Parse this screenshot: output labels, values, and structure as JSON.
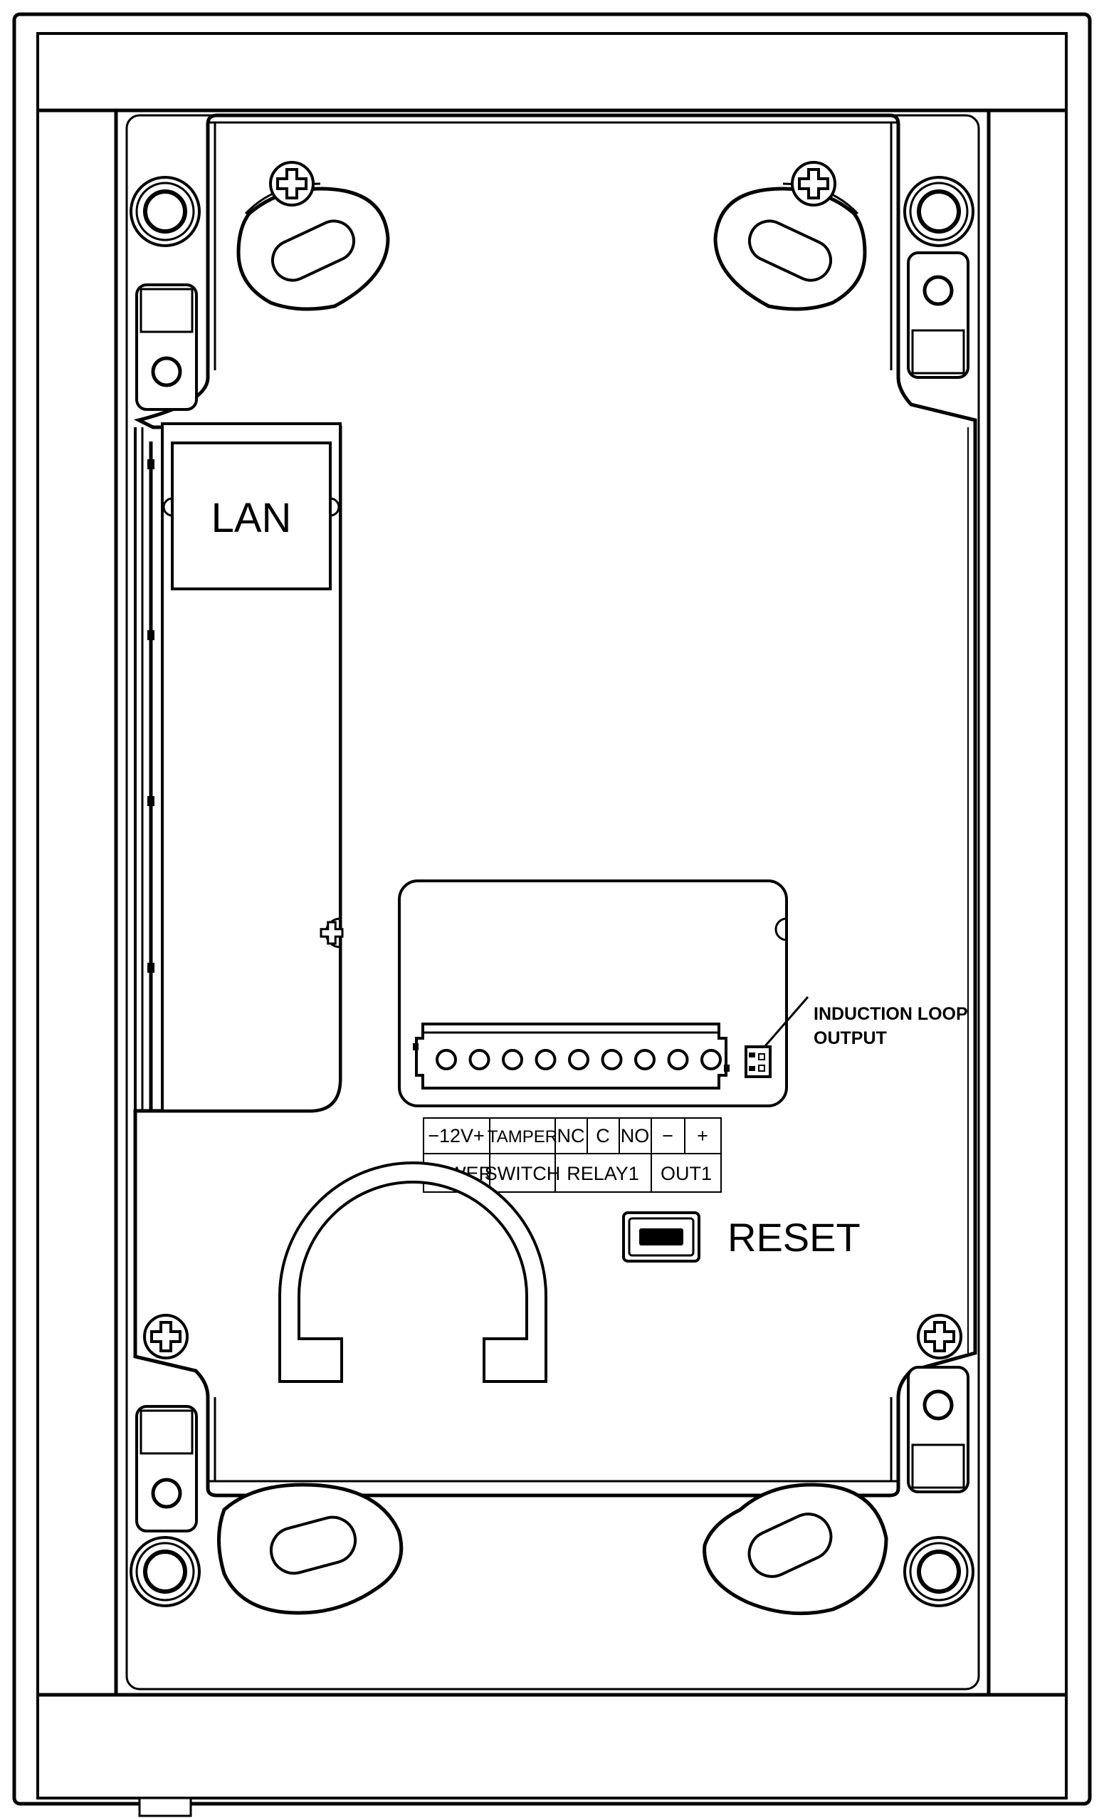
{
  "ports": {
    "lan_label": "LAN"
  },
  "buttons": {
    "reset_label": "RESET"
  },
  "induction_loop": {
    "line1": "INDUCTION LOOP",
    "line2": "OUTPUT"
  },
  "terminal_block": {
    "pin_count": 9,
    "top_row": [
      "−12V+",
      "TAMPER",
      "NC",
      "C",
      "NO",
      "−",
      "+"
    ],
    "bottom_row": [
      "POWER",
      "SWITCH",
      "RELAY1",
      "OUT1"
    ]
  },
  "colors": {
    "line": "#000000",
    "background": "#ffffff"
  }
}
